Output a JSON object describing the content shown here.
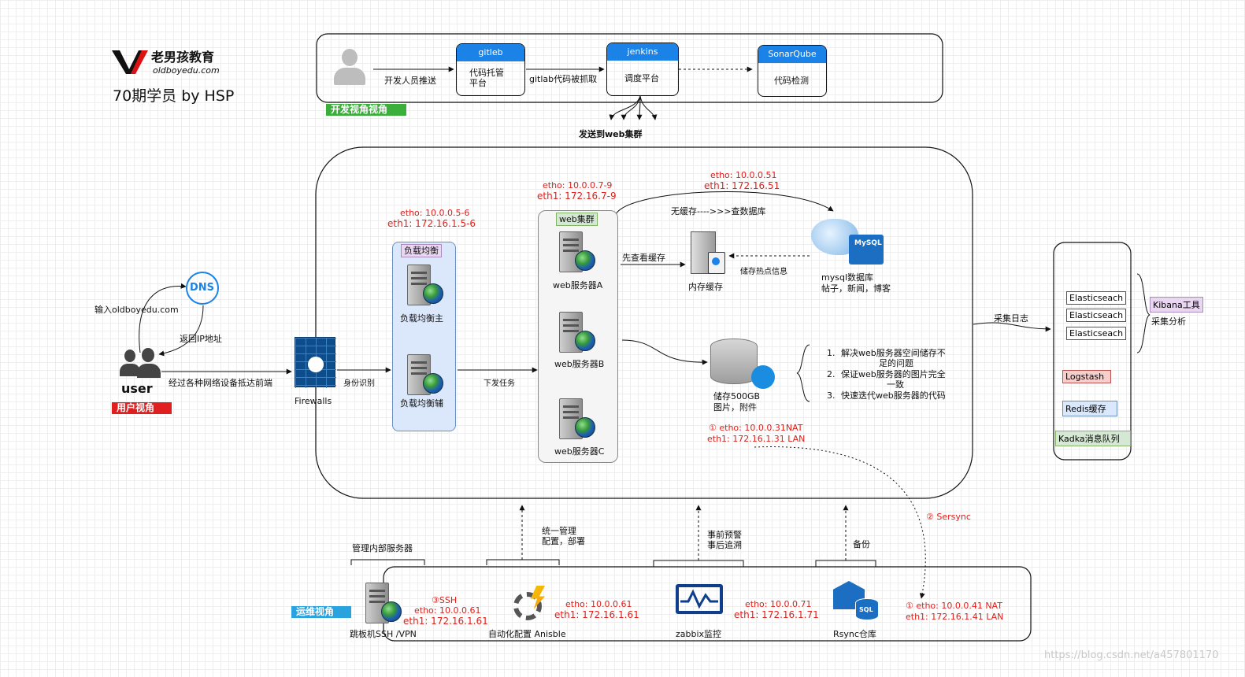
{
  "logo": {
    "brand": "老男孩教育",
    "site": "oldboyedu.com",
    "subtitle": "70期学员 by HSP"
  },
  "dev": {
    "section_label": "开发视角视角",
    "developer_push": "开发人员推送",
    "gitlab": {
      "title": "gitleb",
      "body": "代码托管\n平台"
    },
    "gitlab_fetch": "gitlab代码被抓取",
    "jenkins": {
      "title": "jenkins",
      "body": "调度平台"
    },
    "sonar": {
      "title": "SonarQube",
      "body": "代码检测"
    },
    "send_web": "发送到web集群"
  },
  "user": {
    "label": "user",
    "section_label": "用户视角",
    "dns_label": "DNS",
    "dns_query": "输入oldboyedu.com",
    "dns_return": "返回IP地址",
    "route": "经过各种网络设备抵达前端",
    "firewall": "Firewalls",
    "auth": "身份识别"
  },
  "lb": {
    "ip0": "etho: 10.0.0.5-6",
    "ip1": "eth1: 172.16.1.5-6",
    "title": "负载均衡",
    "master": "负载均衡主",
    "backup": "负载均衡辅",
    "dispatch": "下发任务"
  },
  "web": {
    "ip0": "etho: 10.0.0.7-9",
    "ip1": "eth1: 172.16.7-9",
    "title": "web集群",
    "a": "web服务器A",
    "b": "web服务器B",
    "c": "web服务器C"
  },
  "db": {
    "ip0": "etho: 10.0.0.51",
    "ip1": "eth1: 172.16.51",
    "no_cache": "无缓存---->>>查数据库",
    "check_cache": "先查看缓存",
    "store_hot": "储存热点信息",
    "cache": "内存缓存",
    "mysql_label": "MySQL",
    "mysql": "mysql数据库",
    "mysql_desc": "帖子，新闻，博客"
  },
  "storage": {
    "label": "储存500GB",
    "desc": "图片，附件",
    "ip0": "①  etho: 10.0.0.31NAT",
    "ip1": "eth1: 172.16.1.31 LAN",
    "notes": [
      {
        "n": "1.",
        "text": "解决web服务器空间储存不",
        "cont": "足的问题"
      },
      {
        "n": "2.",
        "text": "保证web服务器的图片完全",
        "cont": "一致"
      },
      {
        "n": "3.",
        "text": "快速迭代web服务器的代码",
        "cont": ""
      }
    ],
    "sersync": "②  Sersync"
  },
  "logs": {
    "collect": "采集日志",
    "es": [
      "Elasticseach",
      "Elasticseach",
      "Elasticseach"
    ],
    "kibana": "Kibana工具",
    "analysis": "采集分析",
    "logstash": "Logstash",
    "redis": "Redis缓存",
    "kafka": "Kadka消息队列"
  },
  "ops": {
    "section_label": "运维视角",
    "manage_internal": "管理内部服务器",
    "unify": "统一管理\n配置，部署",
    "alert": "事前预警\n事后追溯",
    "backup": "备份",
    "jump_ssh": "③SSH",
    "jump_ip0": "etho: 10.0.0.61",
    "jump_ip1": "eth1: 172.16.1.61",
    "jump": "跳板机SSH /VPN",
    "ansible_ip0": "etho: 10.0.0.61",
    "ansible_ip1": "eth1: 172.16.1.61",
    "ansible": "自动化配置 Anisble",
    "zabbix": "zabbix监控",
    "zabbix_ip0": "etho: 10.0.0.71",
    "zabbix_ip1": "eth1: 172.16.1.71",
    "rsync": "Rsync仓库",
    "rsync_sql": "SQL",
    "rsync_ip0": "① etho: 10.0.0.41 NAT",
    "rsync_ip1": "eth1: 172.16.1.41  LAN"
  },
  "watermark": "https://blog.csdn.net/a457801170",
  "colors": {
    "accent_blue": "#1b82e8",
    "ip_red": "#e0201b",
    "dev_green": "#3cae3c",
    "user_red": "#e02020",
    "ops_blue": "#29a3e0"
  }
}
